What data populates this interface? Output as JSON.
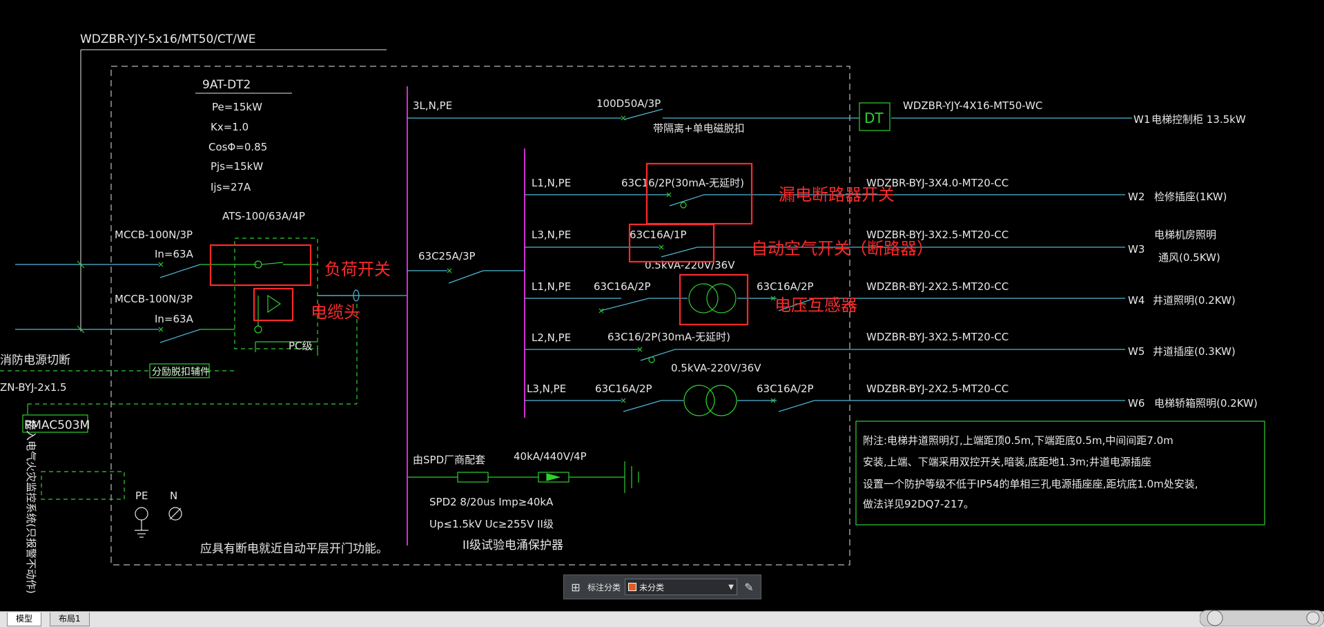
{
  "colors": {
    "wire": "#4fb8d8",
    "green": "#2fd02f",
    "magenta": "#d030d0",
    "white": "#e8e8e8",
    "red": "#ff2a2a",
    "background": "#000000"
  },
  "top_cable": "WDZBR-YJY-5x16/MT50/CT/WE",
  "panel": {
    "name": "9AT-DT2",
    "pe": "Pe=15kW",
    "kx": "Kx=1.0",
    "cos": "CosΦ=0.85",
    "pjs": "Pjs=15kW",
    "ijs": "Ijs=27A"
  },
  "ats": "ATS-100/63A/4P",
  "mccb1": {
    "type": "MCCB-100N/3P",
    "in": "In=63A"
  },
  "mccb2": {
    "type": "MCCB-100N/3P",
    "in": "In=63A"
  },
  "pc_label": "PC级",
  "fire_cut": "消防电源切断",
  "shunt": "分励脱扣辅件",
  "zn_cable": "ZN-BYJ-2x1.5",
  "pmac": "PMAC503M",
  "vertical_note": "接入电气火灾监控系统(只报警不动作)",
  "bus_label": "3L,N,PE",
  "main_breaker": "63C25A/3P",
  "pe_label": "PE",
  "n_label": "N",
  "bottom_note": "应具有断电就近自动平层开门功能。",
  "spd": {
    "source": "由SPD厂商配套",
    "rating": "40kA/440V/4P",
    "line1": "SPD2 8/20us Imp≥40kA",
    "line2": "Up≤1.5kV Uc≥255V II级",
    "line3": "II级试验电涌保护器"
  },
  "w1": {
    "breaker": "100D50A/3P",
    "note": "带隔离+单电磁脱扣",
    "symbol": "DT",
    "cable": "WDZBR-YJY-4X16-MT50-WC",
    "id": "W1",
    "desc": "电梯控制柜 13.5kW"
  },
  "w2": {
    "phase": "L1,N,PE",
    "breaker": "63C16/2P(30mA-无延时)",
    "cable": "WDZBR-BYJ-3X4.0-MT20-CC",
    "id": "W2",
    "desc": "检修插座(1KW)"
  },
  "w3": {
    "phase": "L3,N,PE",
    "breaker": "63C16A/1P",
    "cable": "WDZBR-BYJ-3X2.5-MT20-CC",
    "id": "W3",
    "desc1": "电梯机房照明",
    "desc2": "通风(0.5KW)"
  },
  "w4": {
    "phase": "L1,N,PE",
    "breaker": "63C16A/2P",
    "transformer": "0.5kVA-220V/36V",
    "breaker2": "63C16A/2P",
    "cable": "WDZBR-BYJ-2X2.5-MT20-CC",
    "id": "W4",
    "desc": "井道照明(0.2KW)"
  },
  "w5": {
    "phase": "L2,N,PE",
    "breaker": "63C16/2P(30mA-无延时)",
    "cable": "WDZBR-BYJ-3X2.5-MT20-CC",
    "id": "W5",
    "desc": "井道插座(0.3KW)"
  },
  "w6": {
    "phase": "L3,N,PE",
    "breaker": "63C16A/2P",
    "transformer": "0.5kVA-220V/36V",
    "breaker2": "63C16A/2P",
    "cable": "WDZBR-BYJ-2X2.5-MT20-CC",
    "id": "W6",
    "desc": "电梯轿箱照明(0.2KW)"
  },
  "notes": [
    "附注:电梯井道照明灯,上端距顶0.5m,下端距底0.5m,中间间距7.0m",
    "安装,上端、下端采用双控开关,暗装,底距地1.3m;井道电源插座",
    "设置一个防护等级不低于IP54的单相三孔电源插座座,距坑底1.0m处安装,",
    "做法详见92DQ7-217。"
  ],
  "annotations": {
    "load_switch": "负荷开关",
    "cable_head": "电缆头",
    "rcd": "漏电断路器开关",
    "auto_air": "自动空气开关（断路器）",
    "vt": "电压互感器"
  },
  "toolbar": {
    "label": "标注分类",
    "value": "未分类"
  },
  "tabs": {
    "model": "模型",
    "layout": "布局1"
  }
}
